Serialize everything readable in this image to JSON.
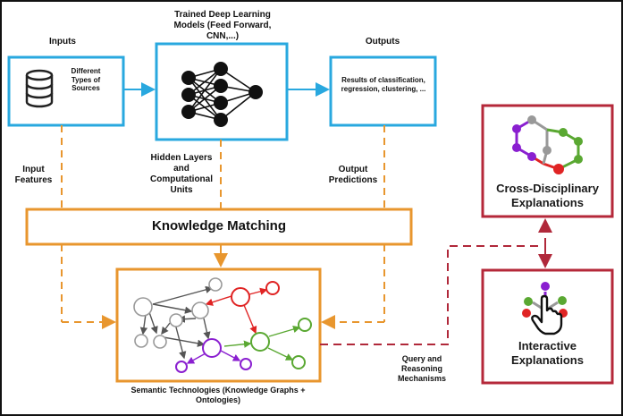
{
  "labels": {
    "inputs": "Inputs",
    "models": "Trained Deep Learning Models (Feed Forward, CNN,...)",
    "outputs": "Outputs",
    "sources": "Different Types of Sources",
    "results": "Results of classification, regression, clustering, ...",
    "input_features": "Input Features",
    "hidden_layers": "Hidden Layers and Computational Units",
    "output_predictions": "Output Predictions",
    "knowledge_matching": "Knowledge Matching",
    "semantic_tech": "Semantic Technologies (Knowledge Graphs + Ontologies)",
    "query": "Query and Reasoning Mechanisms",
    "cross_disciplinary": "Cross-Disciplinary Explanations",
    "interactive": "Interactive Explanations"
  },
  "colors": {
    "blue": "#29a8df",
    "orange": "#e8962e",
    "crimson": "#b5283a",
    "dashed_crimson": "#b0283a",
    "gray_node": "#999999",
    "red_node": "#e02424",
    "green_node": "#5aa832",
    "purple_node": "#8a1fd0"
  }
}
